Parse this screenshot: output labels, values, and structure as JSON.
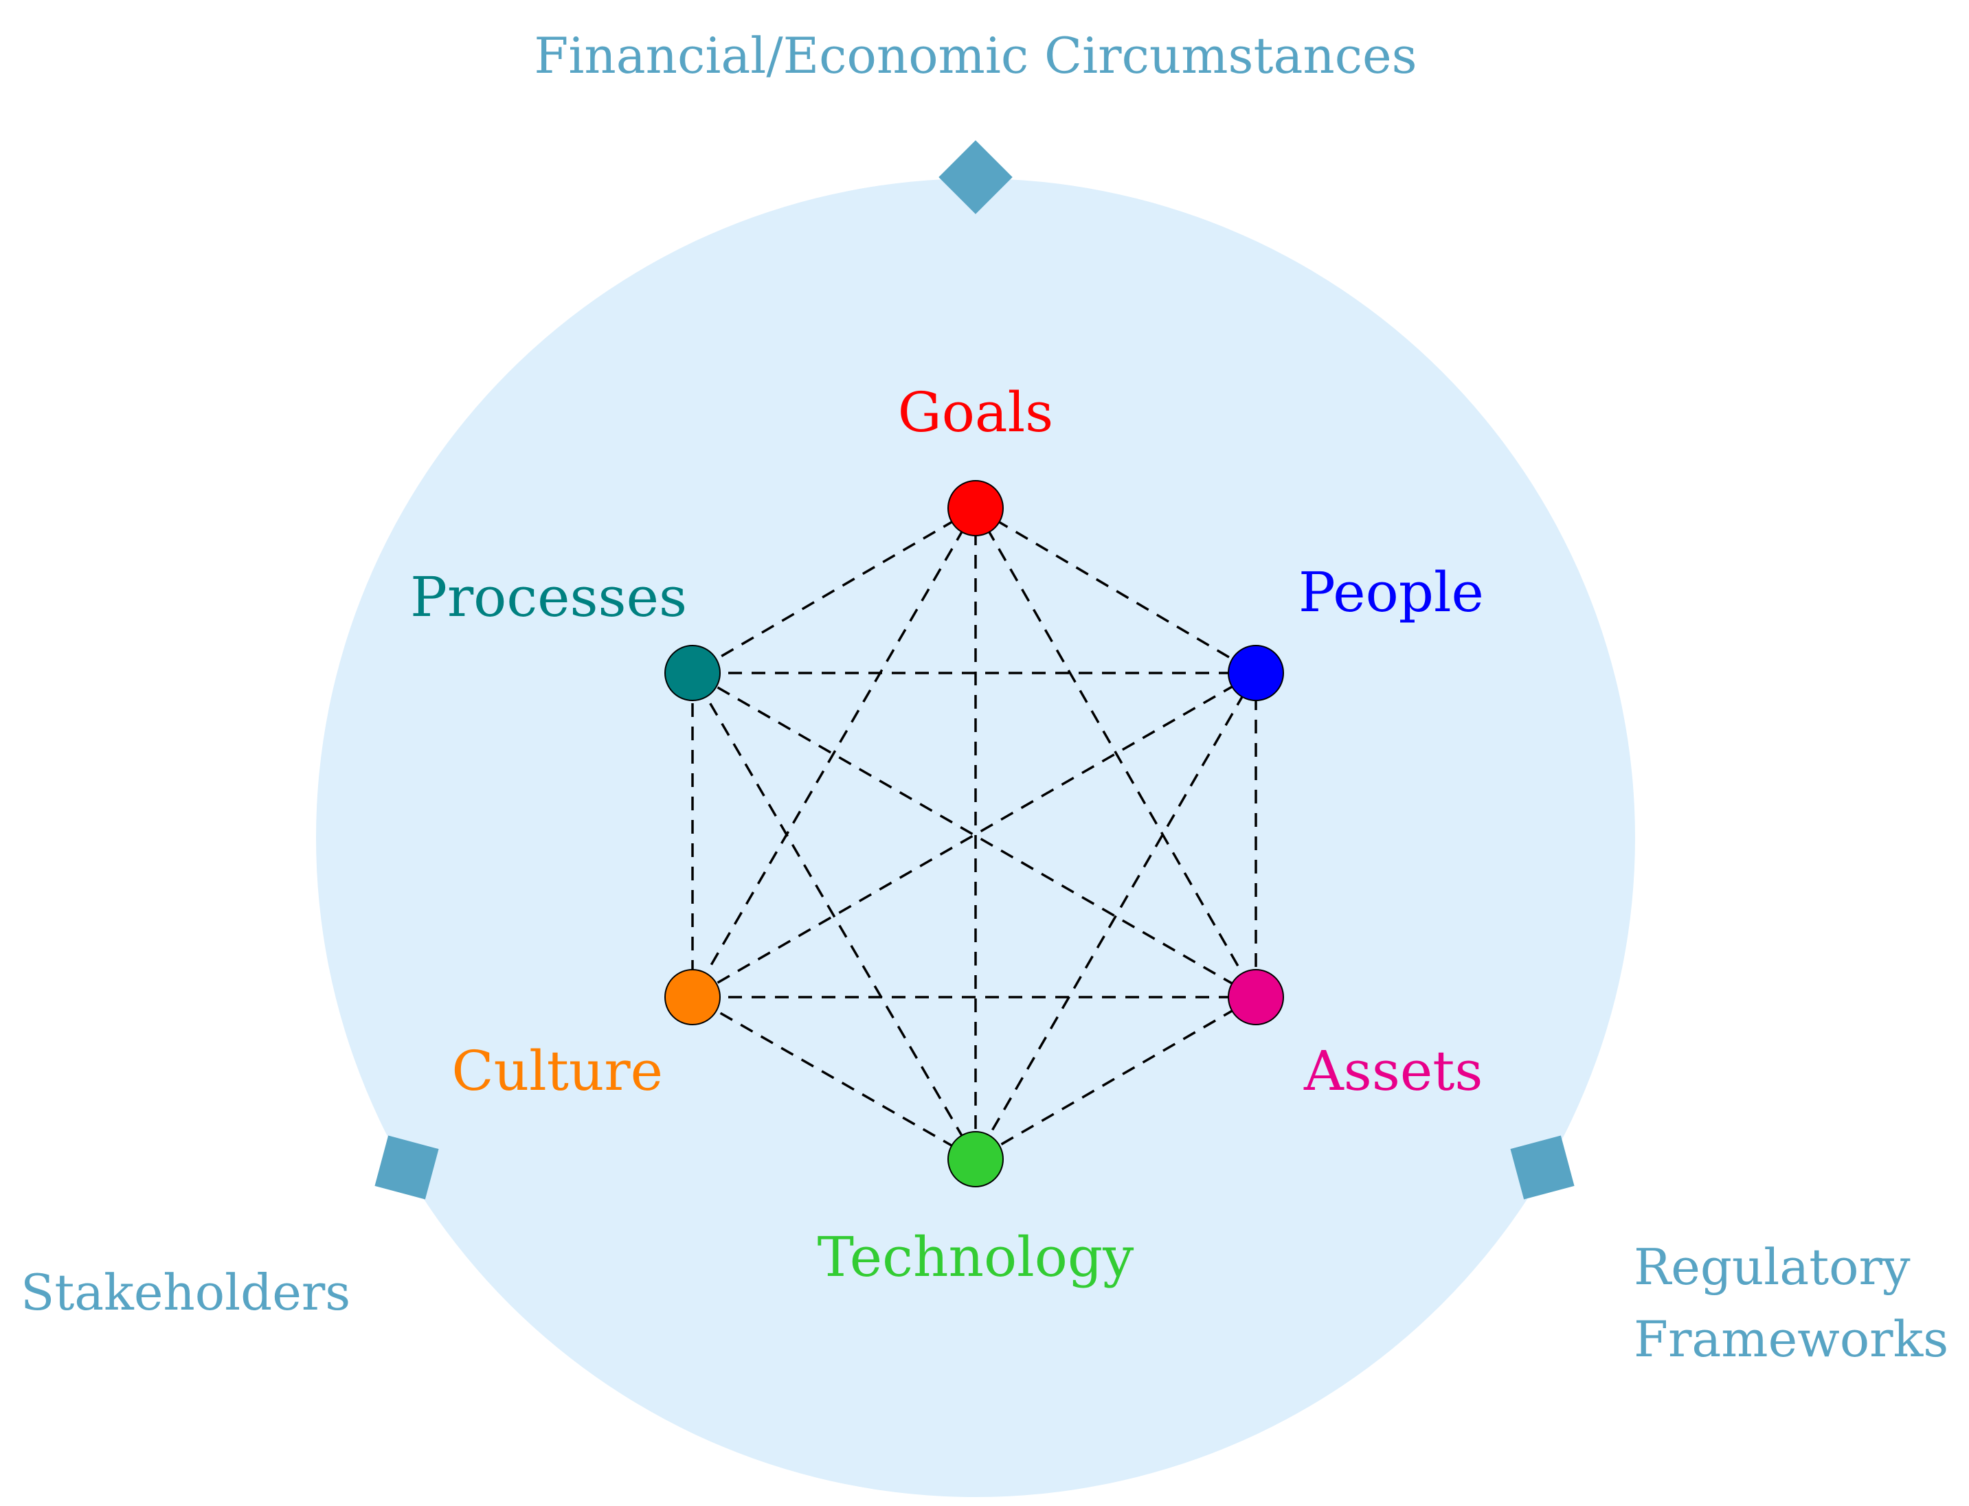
{
  "context": {
    "color": "#58A4C4",
    "background_color": "#DDEFFC",
    "items": [
      {
        "id": "financial",
        "label": "Financial/Economic Circumstances"
      },
      {
        "id": "stakeholders",
        "label": "Stakeholders"
      },
      {
        "id": "regulatory",
        "label_lines": [
          "Regulatory",
          "Frameworks"
        ]
      }
    ]
  },
  "nodes": [
    {
      "id": "goals",
      "label": "Goals",
      "color": "#FF0000"
    },
    {
      "id": "people",
      "label": "People",
      "color": "#0000FF"
    },
    {
      "id": "assets",
      "label": "Assets",
      "color": "#E8008A"
    },
    {
      "id": "technology",
      "label": "Technology",
      "color": "#33CC33"
    },
    {
      "id": "culture",
      "label": "Culture",
      "color": "#FF7F00"
    },
    {
      "id": "processes",
      "label": "Processes",
      "color": "#008080"
    }
  ],
  "edges": "all-pairs"
}
